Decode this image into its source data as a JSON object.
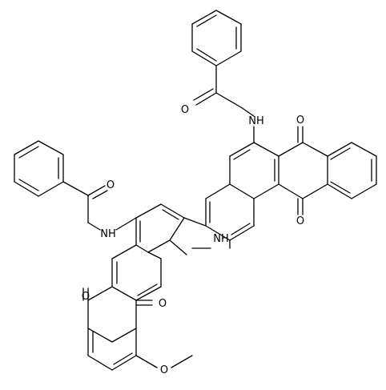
{
  "diagram": {
    "atom_labels": {
      "o_benzoyl_top": "O",
      "nh_top": "NH",
      "o_quinone_upper_top": "O",
      "o_quinone_upper_bottom": "O",
      "o_benzoyl_left": "O",
      "nh_left": "NH",
      "nh_carbazole": "NH",
      "o_quinone_lower_left": "O",
      "o_quinone_lower_right": "O",
      "o_methoxy": "O"
    },
    "colors": {
      "bond": "#000000",
      "background": "#ffffff"
    }
  }
}
